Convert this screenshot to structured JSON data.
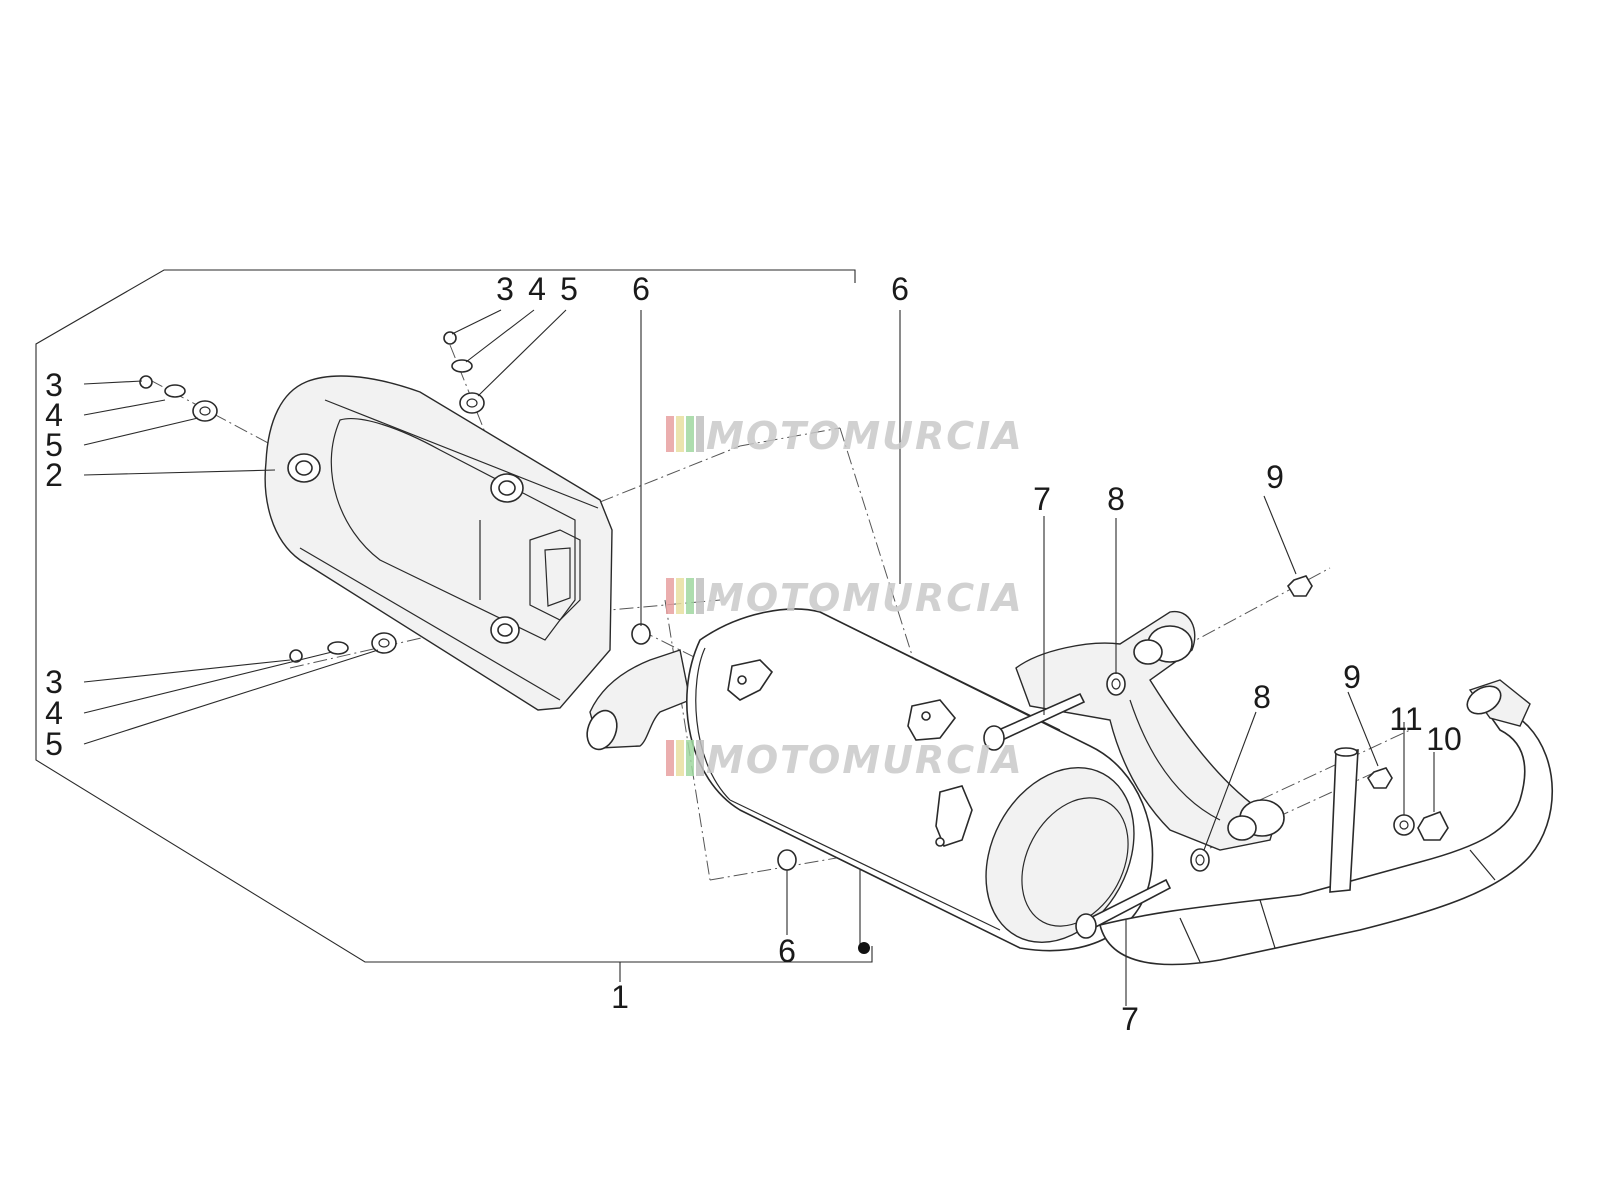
{
  "watermark": {
    "text": "MOTOMURCIA",
    "stripe_colors": [
      "#e8a0a0",
      "#e8e0a0",
      "#a0d8a0",
      "#c0c0c0"
    ]
  },
  "callouts": {
    "c1": "1",
    "c2": "2",
    "c3_top": "3",
    "c4_top": "4",
    "c5_top": "5",
    "c3_left": "3",
    "c4_left": "4",
    "c5_left": "5",
    "c3_low": "3",
    "c4_low": "4",
    "c5_low": "5",
    "c6_mid": "6",
    "c6_right": "6",
    "c6_bottom": "6",
    "c7_top": "7",
    "c7_bottom": "7",
    "c8_top": "8",
    "c8_bottom": "8",
    "c9_top": "9",
    "c9_bottom": "9",
    "c10": "10",
    "c11": "11"
  }
}
